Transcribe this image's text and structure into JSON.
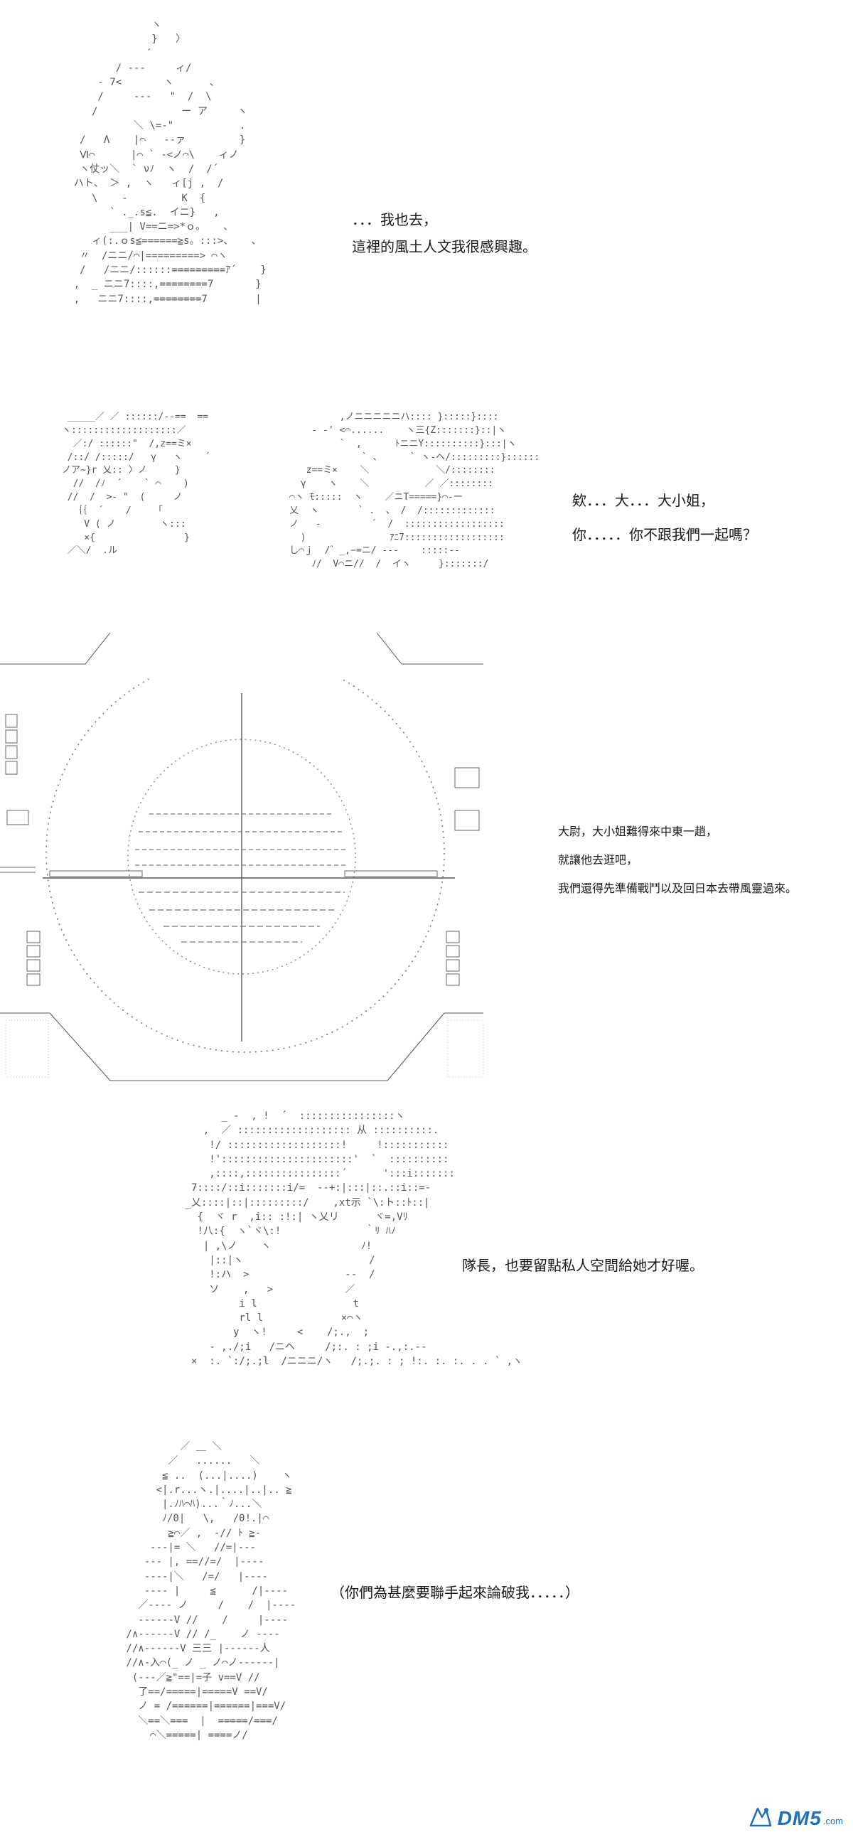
{
  "panels": [
    {
      "id": "p1",
      "lines": [
        "．．．我也去，",
        "這裡的風土人文我很感興趣。"
      ]
    },
    {
      "id": "p2",
      "lines": [
        "欸．．．大．．．大小姐，",
        "你．．．．．你不跟我們一起嗎？"
      ]
    },
    {
      "id": "p3",
      "lines": [
        "大尉，大小姐難得來中東一趟，",
        "就讓他去逛吧，",
        "我們還得先準備戰鬥以及回日本去帶風靈過來。"
      ]
    },
    {
      "id": "p4",
      "lines": [
        "隊長，也要留點私人空間給她才好喔。"
      ]
    },
    {
      "id": "p5",
      "lines": [
        "（你們為甚麼要聯手起來論破我．．．．．）"
      ]
    }
  ],
  "watermark": {
    "text": "DM5",
    "suffix": ".com",
    "logo_icon": "dm5-logo-icon",
    "color": "#1f6fb8"
  }
}
